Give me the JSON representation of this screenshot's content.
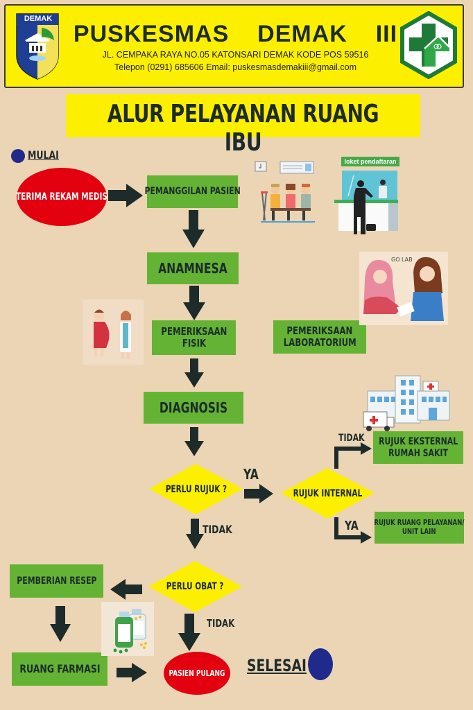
{
  "header": {
    "logo_left_text": "DEMAK",
    "title": "PUSKESMAS  DEMAK  III",
    "address": "JL. CEMPAKA RAYA NO.05 KATONSARI DEMAK KODE POS 59516",
    "contact": "Telepon (0291) 685606 Email: puskesmasdemakiii@gmail.com",
    "logo_right": "puskesmas-cross-logo"
  },
  "page_title": "ALUR PELAYANAN RUANG IBU",
  "colors": {
    "background": "#ecd5b5",
    "yellow": "#fdef00",
    "green_box": "#64b334",
    "red_oval": "#e3000f",
    "arrow": "#1d2b2b",
    "dot": "#1f2a8c"
  },
  "flow": {
    "start_label": "MULAI",
    "end_label": "SELESAI",
    "terima_rekam_medis": "TERIMA REKAM MEDIS",
    "pemanggilan_pasien": "PEMANGGILAN PASIEN",
    "anamnesa": "ANAMNESA",
    "pemeriksaan_fisik": [
      "PEMERIKSAAN",
      "FISIK"
    ],
    "pemeriksaan_lab": [
      "PEMERIKSAAN",
      "LABORATORIUM"
    ],
    "diagnosis": "DIAGNOSIS",
    "perlu_rujuk": "PERLU RUJUK ?",
    "rujuk_internal": "RUJUK INTERNAL",
    "rujuk_eksternal": [
      "RUJUK EKSTERNAL",
      "RUMAH SAKIT"
    ],
    "rujuk_ruang": [
      "RUJUK RUANG PELAYANAN/",
      "UNIT LAIN"
    ],
    "perlu_obat": "PERLU OBAT ?",
    "pemberian_resep": "PEMBERIAN RESEP",
    "ruang_farmasi": "RUANG FARMASI",
    "pasien_pulang": "PASIEN PULANG",
    "labels": {
      "ya_rujuk": "YA",
      "tidak_rujuk": "TIDAK",
      "tidak_internal": "TIDAK",
      "ya_internal": "YA",
      "tidak_obat": "TIDAK"
    }
  },
  "illustrations": {
    "waiting_room": "waiting-room-illustration",
    "registration_sign": "loket pendaftaran",
    "lab": "lab-illustration",
    "lab_sign": "GO LAB",
    "consult": "doctor-pregnant-woman-illustration",
    "hospital": "hospital-ambulance-illustration",
    "medicine": "medicine-bottles-illustration"
  }
}
